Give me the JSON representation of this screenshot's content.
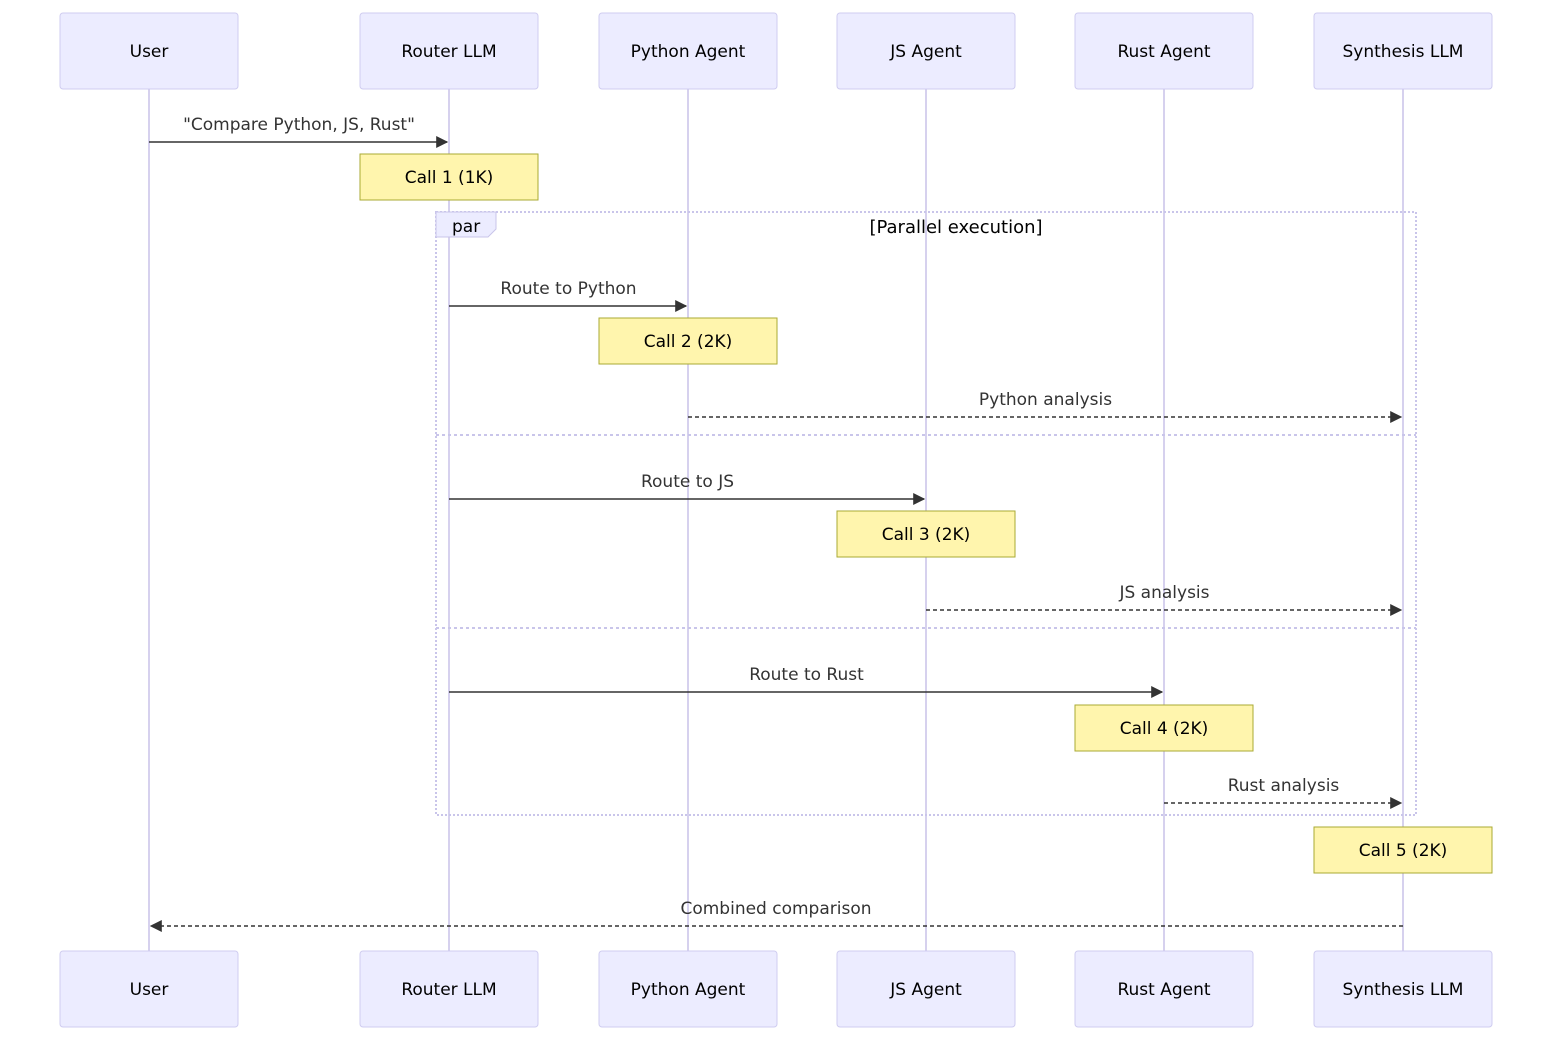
{
  "participants": [
    {
      "id": "user",
      "label": "User"
    },
    {
      "id": "router",
      "label": "Router LLM"
    },
    {
      "id": "python",
      "label": "Python Agent"
    },
    {
      "id": "js",
      "label": "JS Agent"
    },
    {
      "id": "rust",
      "label": "Rust Agent"
    },
    {
      "id": "synthesis",
      "label": "Synthesis LLM"
    }
  ],
  "messages": [
    {
      "from": "user",
      "to": "router",
      "label": "\"Compare Python, JS, Rust\"",
      "style": "solid"
    },
    {
      "from": "router",
      "to": "python",
      "label": "Route to Python",
      "style": "solid"
    },
    {
      "from": "python",
      "to": "synthesis",
      "label": "Python analysis",
      "style": "dashed"
    },
    {
      "from": "router",
      "to": "js",
      "label": "Route to JS",
      "style": "solid"
    },
    {
      "from": "js",
      "to": "synthesis",
      "label": "JS analysis",
      "style": "dashed"
    },
    {
      "from": "router",
      "to": "rust",
      "label": "Route to Rust",
      "style": "solid"
    },
    {
      "from": "rust",
      "to": "synthesis",
      "label": "Rust analysis",
      "style": "dashed"
    },
    {
      "from": "synthesis",
      "to": "user",
      "label": "Combined comparison",
      "style": "dashed"
    }
  ],
  "notes": [
    {
      "over": "router",
      "label": "Call 1 (1K)"
    },
    {
      "over": "python",
      "label": "Call 2 (2K)"
    },
    {
      "over": "js",
      "label": "Call 3 (2K)"
    },
    {
      "over": "rust",
      "label": "Call 4 (2K)"
    },
    {
      "over": "synthesis",
      "label": "Call 5 (2K)"
    }
  ],
  "par_block": {
    "keyword": "par",
    "condition": "[Parallel execution]"
  },
  "colors": {
    "actor_fill": "#ECECFF",
    "note_fill": "#FFF5AD",
    "line": "#333333"
  }
}
